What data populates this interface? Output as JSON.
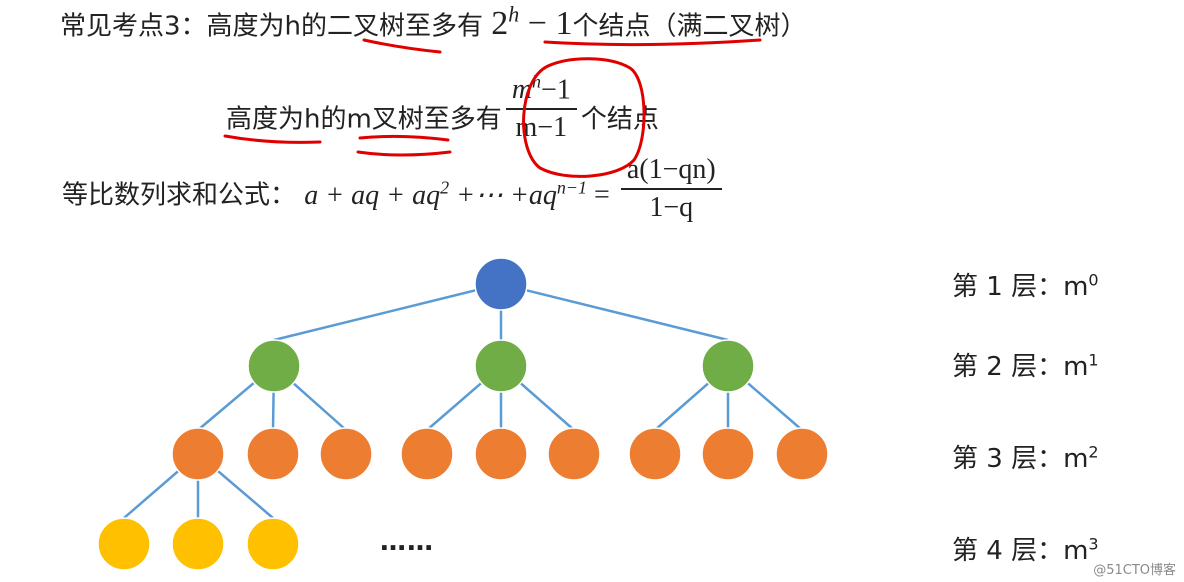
{
  "line1": {
    "prefix": "常见考点3：高度为h的二叉树至多有",
    "base": "2",
    "exp": "h",
    "minus": " − 1",
    "suffix": "个结点（满二叉树）"
  },
  "line2": {
    "prefix": "高度为h的m叉树至多有",
    "numerator_base": "m",
    "numerator_exp": "h",
    "numerator_rest": "−1",
    "denominator": "m−1",
    "suffix": "个结点"
  },
  "line3": {
    "label": "等比数列求和公式：",
    "lhs_a": "a + aq + aq",
    "lhs_exp1": "2",
    "lhs_mid": " +⋯ +aq",
    "lhs_exp2": "n−1",
    "equals": " = ",
    "numerator": "a(1−qn)",
    "denominator": "1−q"
  },
  "levels": [
    {
      "prefix": "第 1 层：m",
      "exp": "0"
    },
    {
      "prefix": "第 2 层：m",
      "exp": "1"
    },
    {
      "prefix": "第 3 层：m",
      "exp": "2"
    },
    {
      "prefix": "第 4 层：m",
      "exp": "3"
    }
  ],
  "ellipsis": "……",
  "watermark": "@51CTO博客",
  "colors": {
    "root": "#4472C4",
    "level2": "#70AD47",
    "level3": "#ED7D31",
    "level4": "#FFC000",
    "edge": "#5B9BD5",
    "annotation": "#E00000"
  }
}
